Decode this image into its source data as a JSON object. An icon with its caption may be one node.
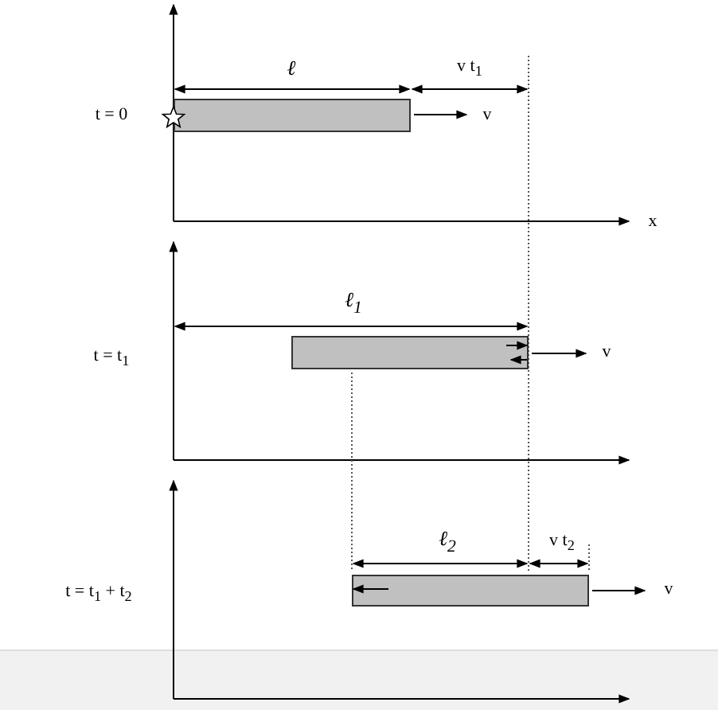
{
  "diagram": {
    "nodes": [
      {
        "text": [],
        "shape": "bar"
      },
      {
        "text": [],
        "shape": "bar"
      },
      {
        "text": [],
        "shape": "bar"
      }
    ],
    "labels": [
      "ℓ",
      "v t$_{1}$",
      "t = 0",
      "v",
      "x",
      "ℓ$_{1}$",
      "t = t$_{1}$",
      "v",
      "ℓ$_{2}$",
      "v t$_{2}$",
      "t = t$_{1}$ + t$_{2}$",
      "v"
    ]
  }
}
